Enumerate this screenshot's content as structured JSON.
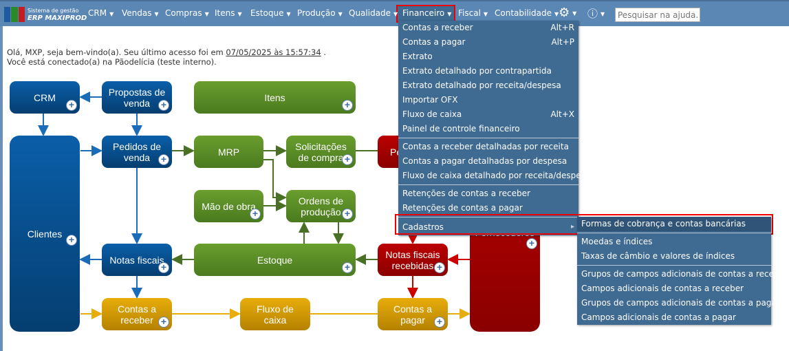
{
  "brand": {
    "line1": "Sistema de gestão",
    "line2": "ERP MAXIPROD",
    "colors": [
      "#1e5aa0",
      "#2a8a2a",
      "#c02020",
      "#e0a000"
    ]
  },
  "nav": [
    "CRM",
    "Vendas",
    "Compras",
    "Itens",
    "Estoque",
    "Produção",
    "Qualidade",
    "Financeiro",
    "Fiscal",
    "Contabilidade"
  ],
  "icons": {
    "settings": "gear-icon",
    "help": "help-icon"
  },
  "search": {
    "placeholder": "Pesquisar na ajuda..."
  },
  "welcome": {
    "prefix": "Olá, MXP, seja bem-vindo(a). Seu último acesso foi em ",
    "date": "07/05/2025 às 15:57:34",
    "suffix": " .",
    "line2": "Você está conectado(a) na Pãodelícia (teste interno)."
  },
  "diagram": {
    "crm": "CRM",
    "propostas": "Propostas de venda",
    "itens": "Itens",
    "clientes": "Clientes",
    "pedidos_venda": "Pedidos de venda",
    "mrp": "MRP",
    "solicitacoes": "Solicitações de compra",
    "pedidos_compra": "Pe",
    "mao_obra": "Mão de obra",
    "ordens": "Ordens de produção",
    "notas": "Notas fiscais",
    "estoque": "Estoque",
    "notas_recebidas": "Notas fiscais recebidas",
    "fornecedores": "Fornecedores",
    "contas_receber": "Contas a receber",
    "fluxo": "Fluxo de caixa",
    "contas_pagar": "Contas a pagar"
  },
  "financeiro_menu": [
    {
      "label": "Contas a receber",
      "shortcut": "Alt+R"
    },
    {
      "label": "Contas a pagar",
      "shortcut": "Alt+P"
    },
    {
      "label": "Extrato",
      "shortcut": ""
    },
    {
      "label": "Extrato detalhado por contrapartida",
      "shortcut": ""
    },
    {
      "label": "Extrato detalhado por receita/despesa",
      "shortcut": ""
    },
    {
      "label": "Importar OFX",
      "shortcut": ""
    },
    {
      "label": "Fluxo de caixa",
      "shortcut": "Alt+X"
    },
    {
      "label": "Painel de controle financeiro",
      "shortcut": ""
    },
    {
      "label": "Contas a receber detalhadas por receita",
      "shortcut": ""
    },
    {
      "label": "Contas a pagar detalhadas por despesa",
      "shortcut": ""
    },
    {
      "label": "Fluxo de caixa detalhado por receita/despesa",
      "shortcut": ""
    },
    {
      "label": "Retenções de contas a receber",
      "shortcut": ""
    },
    {
      "label": "Retenções de contas a pagar",
      "shortcut": ""
    },
    {
      "label": "Cadastros",
      "shortcut": "▸"
    }
  ],
  "cadastros_menu": [
    "Formas de cobrança e contas bancárias",
    "Moedas e índices",
    "Taxas de câmbio e valores de índices",
    "Grupos de campos adicionais de contas a receber",
    "Campos adicionais de contas a receber",
    "Grupos de campos adicionais de contas a pagar",
    "Campos adicionais de contas a pagar"
  ]
}
